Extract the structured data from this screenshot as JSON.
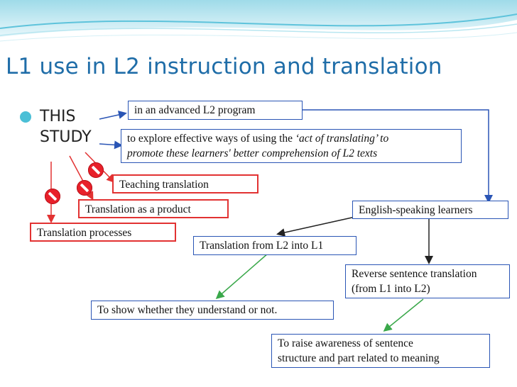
{
  "slide": {
    "title": "L1 use in L2 instruction and translation",
    "bullet": "THIS STUDY",
    "boxes": {
      "advanced_program": "in an advanced L2 program",
      "explore_line1_pre": "to explore effective ways of using the ",
      "explore_line1_italic": "‘act of translating’ to",
      "explore_line2": "promote these learners' better comprehension of L2 texts",
      "teaching_translation": "Teaching translation",
      "translation_product": "Translation as a product",
      "translation_processes": "Translation processes",
      "english_learners": "English-speaking learners",
      "l2_into_l1": "Translation from L2 into L1",
      "reverse_line1": "Reverse sentence translation",
      "reverse_line2": "(from L1 into L2)",
      "show_understand": "To show whether they understand or not.",
      "raise_line1": "To raise awareness of sentence",
      "raise_line2": "structure and part related to meaning"
    },
    "colors": {
      "title": "#1f6da8",
      "blue_border": "#2a55b5",
      "red_border": "#e23232",
      "green_arrow": "#3aa84a",
      "bullet": "#4bbfd6"
    },
    "icons": [
      "prohibited-icon",
      "prohibited-icon",
      "prohibited-icon"
    ]
  }
}
